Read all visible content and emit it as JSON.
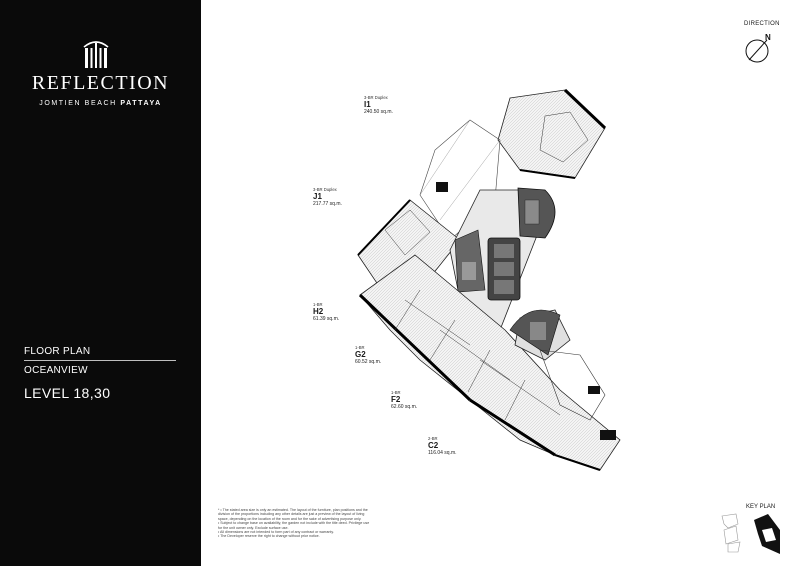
{
  "brand": {
    "name": "REFLECTION",
    "subtitle_left": "JOMTIEN BEACH",
    "subtitle_right": "PATTAYA"
  },
  "floorplan": {
    "title": "FLOOR PLAN",
    "view": "OCEANVIEW",
    "level": "LEVEL 18,30"
  },
  "direction": {
    "label": "DIRECTION",
    "north": "N"
  },
  "units": [
    {
      "type": "3-BR Duplex",
      "code": "I1",
      "area": "240.50 sq.m."
    },
    {
      "type": "3-BR Duplex",
      "code": "J1",
      "area": "217.77 sq.m."
    },
    {
      "type": "1-BR",
      "code": "H2",
      "area": "61.39 sq.m."
    },
    {
      "type": "1-BR",
      "code": "G2",
      "area": "60.52 sq.m."
    },
    {
      "type": "1-BR",
      "code": "F2",
      "area": "62.60 sq.m."
    },
    {
      "type": "2-BR",
      "code": "C2",
      "area": "116.04 sq.m."
    }
  ],
  "notes": [
    "* • The stated area size is only an estimated. The layout of the furniture, plan positions and the",
    "division of the proportions including any other details are just a preview of the layout of living",
    "space, depending on the location of the room and for the sake of advertising purpose only.",
    "• Subject to change base on availability, the garden not include with the title deed. Privilege use",
    "for the unit owner only. Exclude surface use.",
    "• All dimensions are not intended to form part of any contract or warranty.",
    "• The Developer reserve the right to change without prior notice."
  ],
  "keyplan": {
    "label": "KEY PLAN"
  },
  "icons": {
    "logo": "reflection-logo-icon",
    "compass": "north-compass-icon"
  },
  "colors": {
    "sidebar": "#0a0a0a",
    "accent": "#ffffff"
  }
}
